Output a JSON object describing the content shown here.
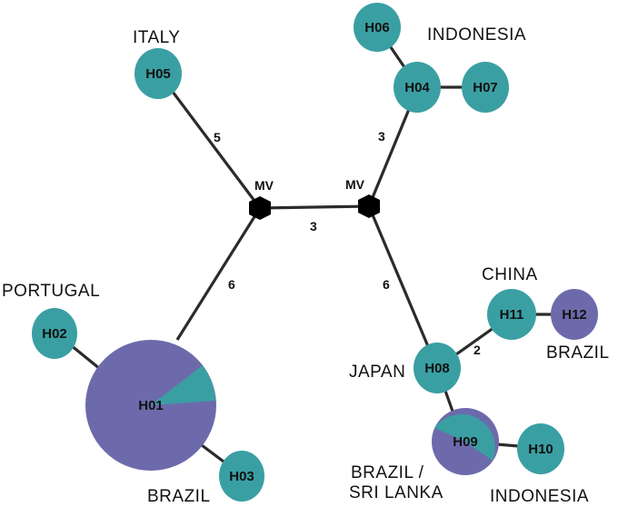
{
  "colors": {
    "teal": "#3a9fa3",
    "purple": "#6d6aab",
    "edge": "#2b2b2b",
    "mv": "#000000"
  },
  "nodes": {
    "H01": "H01",
    "H02": "H02",
    "H03": "H03",
    "H04": "H04",
    "H05": "H05",
    "H06": "H06",
    "H07": "H07",
    "H08": "H08",
    "H09": "H09",
    "H10": "H10",
    "H11": "H11",
    "H12": "H12"
  },
  "median_vectors": {
    "mv1": "MV",
    "mv2": "MV"
  },
  "edge_labels": {
    "mv1_mv2": "3",
    "mv1_h05": "5",
    "mv2_h04": "3",
    "mv1_h01": "6",
    "mv2_h08": "6",
    "h08_h11": "2"
  },
  "countries": {
    "italy": "ITALY",
    "indonesia_top": "INDONESIA",
    "portugal": "PORTUGAL",
    "china": "CHINA",
    "brazil_h12": "BRAZIL",
    "japan": "JAPAN",
    "brazil_h01": "BRAZIL",
    "brazil_sri_lanka_line1": "BRAZIL /",
    "brazil_sri_lanka_line2": "SRI LANKA",
    "indonesia_bottom": "INDONESIA"
  },
  "pie_composition": {
    "H01": {
      "purple": 0.88,
      "teal": 0.12
    },
    "H09": {
      "purple": 0.55,
      "teal": 0.45
    }
  }
}
